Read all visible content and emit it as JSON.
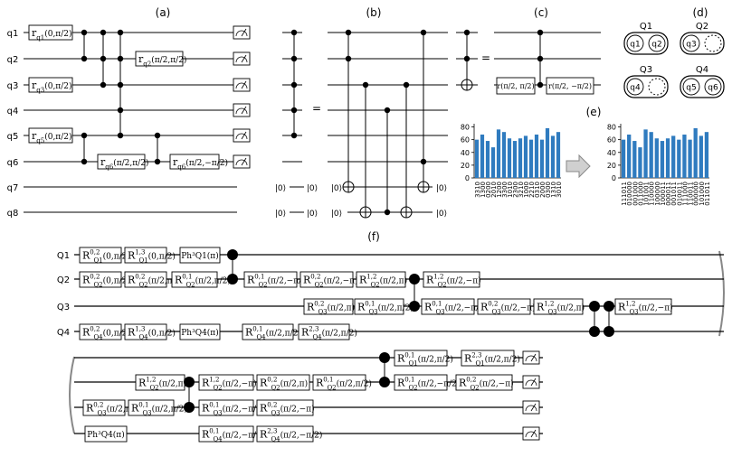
{
  "panels": {
    "a": "(a)",
    "b": "(b)",
    "c": "(c)",
    "d": "(d)",
    "e": "(e)",
    "f": "(f)"
  },
  "qubits_a": [
    "q1",
    "q2",
    "q3",
    "q4",
    "q5",
    "q6",
    "q7",
    "q8"
  ],
  "gates_a": {
    "rq1": "r",
    "rq1_sub": "q1",
    "rq1_arg": "(0,π/2)",
    "rq2": "r",
    "rq2_sub": "q2",
    "rq2_arg": "(π/2,π/2)",
    "rq3": "r",
    "rq3_sub": "q3",
    "rq3_arg": "(0,π/2)",
    "rq5": "r",
    "rq5_sub": "q5",
    "rq5_arg": "(0,π/2)",
    "rq6a": "r",
    "rq6a_sub": "q6",
    "rq6a_arg": "(π/2,π/2)",
    "rq6b": "r",
    "rq6b_sub": "q6",
    "rq6b_arg": "(π/2,−π/2)"
  },
  "panel_b": {
    "equals": "=",
    "ket0": "|0⟩",
    "ket0_out": "|0⟩"
  },
  "panel_c": {
    "equals": "=",
    "r1": "r(π/2, π/2)",
    "r2": "r(π/2, −π/2)"
  },
  "panel_d": {
    "groups": [
      {
        "label": "Q1",
        "members": [
          "q1",
          "q2"
        ]
      },
      {
        "label": "Q2",
        "members": [
          "q3",
          ""
        ]
      },
      {
        "label": "Q3",
        "members": [
          "q4",
          ""
        ]
      },
      {
        "label": "Q4",
        "members": [
          "q5",
          "q6"
        ]
      }
    ],
    "label_color": "#2e8b2e",
    "member_color": "#1f5fa8"
  },
  "chart_data": [
    {
      "type": "bar",
      "categories": [
        "3310",
        "1300",
        "0200",
        "2010",
        "1200",
        "3300",
        "1010",
        "2300",
        "3210",
        "1000",
        "2210",
        "0310",
        "2000",
        "0300",
        "1310",
        "3010"
      ],
      "values": [
        60,
        68,
        58,
        48,
        76,
        72,
        62,
        58,
        62,
        66,
        60,
        68,
        60,
        78,
        66,
        72
      ],
      "ylim": [
        0,
        85
      ],
      "yticks": [
        0,
        20,
        40,
        60,
        80
      ],
      "bar_color": "#2f7bbf"
    },
    {
      "type": "bar",
      "categories": [
        "111011",
        "010000",
        "001000",
        "011000",
        "101001",
        "110000",
        "100000",
        "100011",
        "000011",
        "001011",
        "010011",
        "111000",
        "110011",
        "000000",
        "101000",
        "011011"
      ],
      "values": [
        60,
        68,
        58,
        48,
        76,
        72,
        62,
        58,
        62,
        66,
        60,
        68,
        60,
        78,
        66,
        72
      ],
      "ylim": [
        0,
        85
      ],
      "yticks": [
        0,
        20,
        40,
        60,
        80
      ],
      "bar_color": "#2f7bbf"
    }
  ],
  "panel_f": {
    "rows": [
      "Q1",
      "Q2",
      "Q3",
      "Q4"
    ],
    "ph_q1": "Ph³Q1(π)",
    "ph_q4": "Ph³Q4(π)",
    "ctrl_labels": [
      "3",
      "1",
      "1",
      "1",
      "1",
      "1",
      "2",
      "3",
      "3",
      "1",
      "1",
      "1"
    ]
  }
}
